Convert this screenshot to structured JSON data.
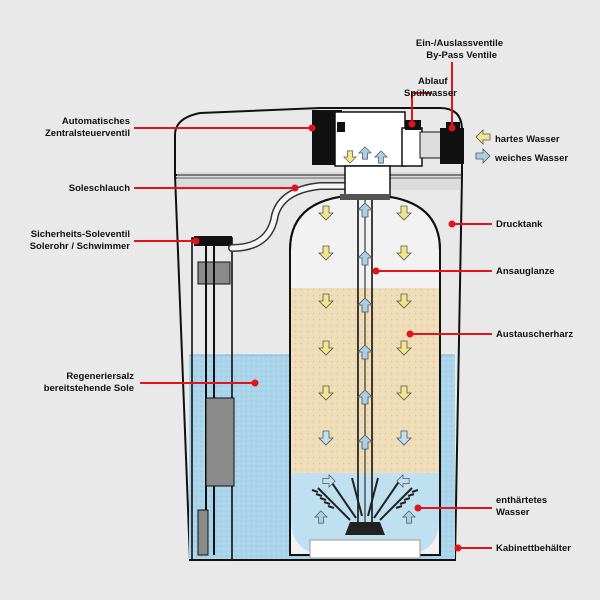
{
  "labels": {
    "inlet_outlet_valves_line1": "Ein-/Auslassventile",
    "inlet_outlet_valves_line2": "By-Pass Ventile",
    "drain_line1": "Ablauf",
    "drain_line2": "Spülwasser",
    "control_valve_line1": "Automatisches",
    "control_valve_line2": "Zentralsteuerventil",
    "hard_water": "hartes Wasser",
    "soft_water": "weiches Wasser",
    "brine_hose": "Soleschlauch",
    "pressure_tank": "Drucktank",
    "safety_valve_line1": "Sicherheits-Soleventil",
    "safety_valve_line2": "Solerohr / Schwimmer",
    "intake_lance": "Ansauglanze",
    "exchange_resin": "Austauscherharz",
    "regen_salt_line1": "Regeneriersalz",
    "regen_salt_line2": "bereitstehende Sole",
    "softened_water_line1": "enthärtetes",
    "softened_water_line2": "Wasser",
    "cabinet": "Kabinettbehälter"
  },
  "colors": {
    "background": "#e9e9e9",
    "brine": "#a9d4ea",
    "resin": "#efdcb8",
    "softened_water": "#bfe0f0",
    "leader_line": "#e0141b",
    "arrow_yellow": "#f3e58a",
    "arrow_blue": "#a9cfe6",
    "outline": "#111111"
  },
  "icons": {
    "down_arrow": "yellow-down-arrow-icon",
    "up_arrow": "blue-up-arrow-icon",
    "hard_in": "yellow-left-arrow-icon",
    "soft_out": "blue-right-arrow-icon"
  }
}
